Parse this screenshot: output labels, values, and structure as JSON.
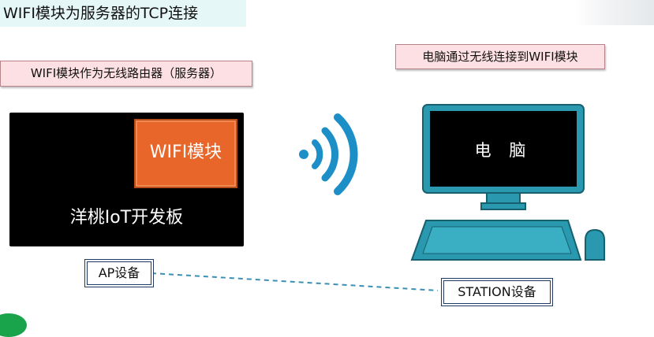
{
  "title": "WIFI模块为服务器的TCP连接",
  "labels": {
    "server_role": "WIFI模块作为无线路由器（服务器）",
    "pc_connect": "电脑通过无线连接到WIFI模块",
    "wifi_module": "WIFI模块",
    "board": "洋桃IoT开发板",
    "computer": "电 脑",
    "ap": "AP设备",
    "station": "STATION设备"
  },
  "colors": {
    "title_bg": "#e6f7f7",
    "label_bg": "#fde0e3",
    "board": "#000000",
    "module": "#e8662a",
    "computer": "#2a98ae",
    "wifi_signal": "#1c8fc7",
    "link_line": "#3a8fb5"
  },
  "icons": {
    "signal": "wifi-signal-icon",
    "computer": "desktop-computer-icon"
  }
}
